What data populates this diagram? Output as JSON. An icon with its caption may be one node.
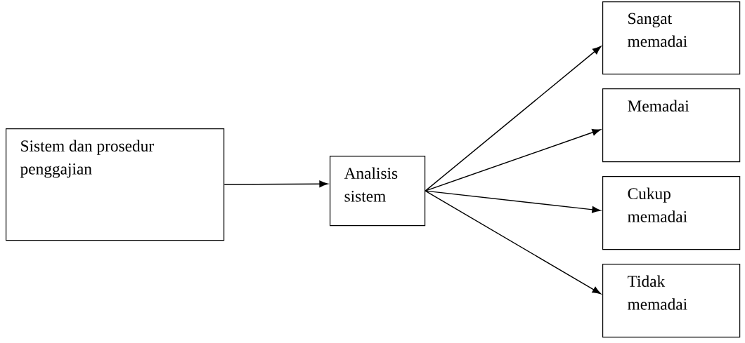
{
  "diagram": {
    "nodes": [
      {
        "text": [
          "Sistem dan prosedur penggajian"
        ]
      },
      {
        "text": [
          "Analisis sistem"
        ]
      },
      {
        "text": [
          "Sangat memadai"
        ]
      },
      {
        "text": [
          "Memadai"
        ]
      },
      {
        "text": [
          "Cukup memadai"
        ]
      },
      {
        "text": [
          "Tidak memadai"
        ]
      }
    ],
    "edges": [
      {
        "from": 0,
        "to": 1,
        "arrow": "to"
      },
      {
        "from": 1,
        "to": 2,
        "arrow": "to"
      },
      {
        "from": 1,
        "to": 3,
        "arrow": "to"
      },
      {
        "from": 1,
        "to": 4,
        "arrow": "to"
      },
      {
        "from": 1,
        "to": 5,
        "arrow": "to"
      }
    ]
  }
}
